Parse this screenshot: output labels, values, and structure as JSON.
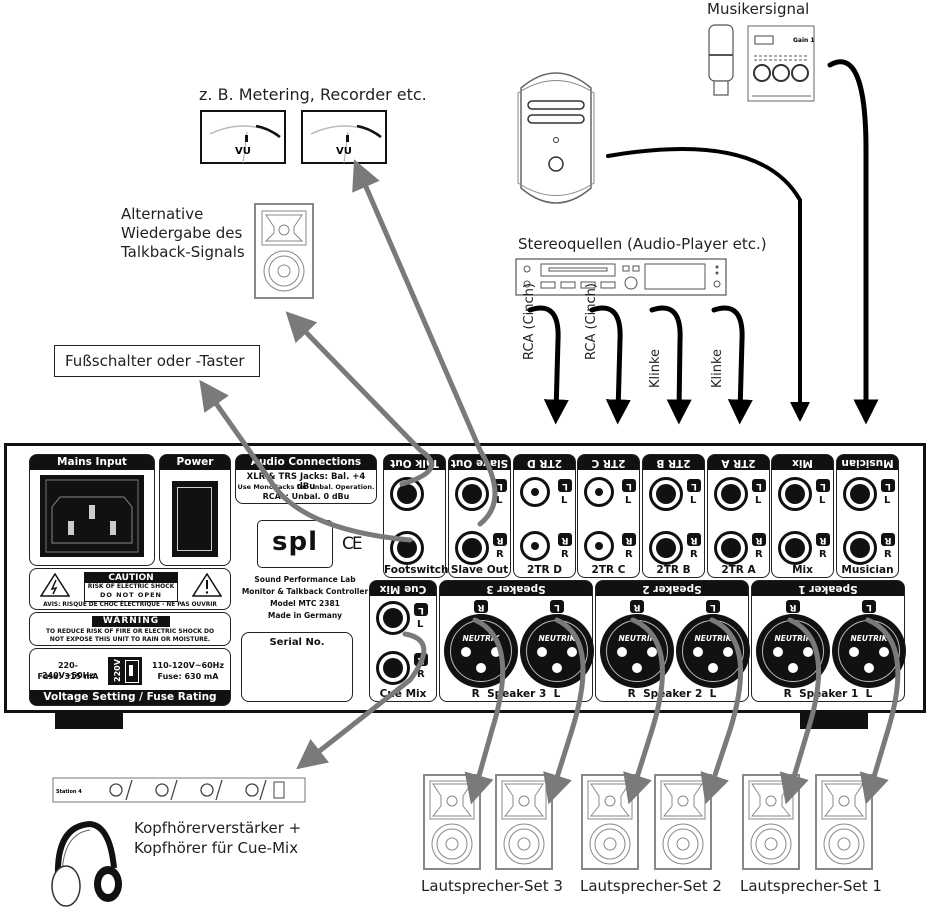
{
  "labels": {
    "metering": "z. B. Metering, Recorder etc.",
    "talkback_alt": "Alternative\nWiedergabe des\nTalkback-Signals",
    "footswitch_box": "Fußschalter oder -Taster",
    "musiker_signal": "Musikersignal",
    "stereo_sources": "Stereoquellen (Audio-Player etc.)",
    "cable_types": [
      "RCA (Cinch)",
      "RCA (Cinch)",
      "Klinke",
      "Klinke"
    ],
    "headphone_amp": "Kopfhörerverstärker +\nKopfhörer für Cue-Mix",
    "speaker_sets": [
      "Lautsprecher-Set 3",
      "Lautsprecher-Set 2",
      "Lautsprecher-Set 1"
    ]
  },
  "vu_meter": {
    "label": "VU"
  },
  "device": {
    "mains": {
      "title": "Mains Input"
    },
    "power": {
      "title": "Power"
    },
    "caution": {
      "title": "CAUTION",
      "line1": "RISK OF ELECTRIC SHOCK",
      "line2": "DO NOT OPEN",
      "avis": "AVIS: RISQUE DE CHOC ÉLECTRIQUE - NE PAS OUVRIR"
    },
    "warning": {
      "title": "WARNING",
      "line1": "TO REDUCE RISK OF FIRE OR ELECTRIC SHOCK DO",
      "line2": "NOT EXPOSE THIS UNIT TO RAIN OR MOISTURE."
    },
    "voltage": {
      "left_v": "220-240V~50Hz",
      "left_fuse": "Fuse: 315 mA",
      "switch": "220V",
      "right_v": "110-120V~60Hz",
      "right_fuse": "Fuse: 630 mA",
      "footer": "Voltage Setting / Fuse Rating"
    },
    "audio_conn": {
      "title": "Audio Connections",
      "line1": "XLR & TRS Jacks: Bal. +4 dBu",
      "line2": "Use Mono Jacks for Unbal. Operation.",
      "line3": "RCAs: Unbal. 0 dBu"
    },
    "logo": "spl",
    "ce": "CE",
    "info": {
      "line1": "Sound Performance Lab",
      "line2": "Monitor & Talkback Controller",
      "line3": "Model MTC 2381",
      "line4": "Made in Germany"
    },
    "serial": "Serial No.",
    "inputs": [
      {
        "header": "Talk Out",
        "label": "Footswitch",
        "type": "trs",
        "tags": [
          "",
          ""
        ]
      },
      {
        "header": "Slave Out",
        "label": "Slave Out",
        "type": "trs",
        "tags": [
          "L",
          "R"
        ]
      },
      {
        "header": "2TR D",
        "label": "2TR D",
        "type": "rca",
        "tags": [
          "L",
          "R"
        ]
      },
      {
        "header": "2TR C",
        "label": "2TR C",
        "type": "rca",
        "tags": [
          "L",
          "R"
        ]
      },
      {
        "header": "2TR B",
        "label": "2TR B",
        "type": "trs",
        "tags": [
          "L",
          "R"
        ]
      },
      {
        "header": "2TR A",
        "label": "2TR A",
        "type": "trs",
        "tags": [
          "L",
          "R"
        ]
      },
      {
        "header": "Mix",
        "label": "Mix",
        "type": "trs",
        "tags": [
          "L",
          "R"
        ]
      },
      {
        "header": "Musician",
        "label": "Musician",
        "type": "trs",
        "tags": [
          "L",
          "R"
        ]
      }
    ],
    "cue_mix": {
      "header": "Cue Mix",
      "label": "Cue Mix",
      "tags": [
        "L",
        "R"
      ]
    },
    "speakers": [
      {
        "header": "Speaker 3",
        "label": "Speaker 3"
      },
      {
        "header": "Speaker 2",
        "label": "Speaker 2"
      },
      {
        "header": "Speaker 1",
        "label": "Speaker 1"
      }
    ],
    "xlr_brand": "NEUTRIK",
    "xlr_tags": [
      "R",
      "L"
    ],
    "xlr_side": {
      "r": "R",
      "l": "L"
    }
  },
  "colors": {
    "ink": "#111111",
    "output_arrow": "#7a7a7a",
    "input_arrow": "#000000",
    "gray_device": "#9a9a9a"
  }
}
